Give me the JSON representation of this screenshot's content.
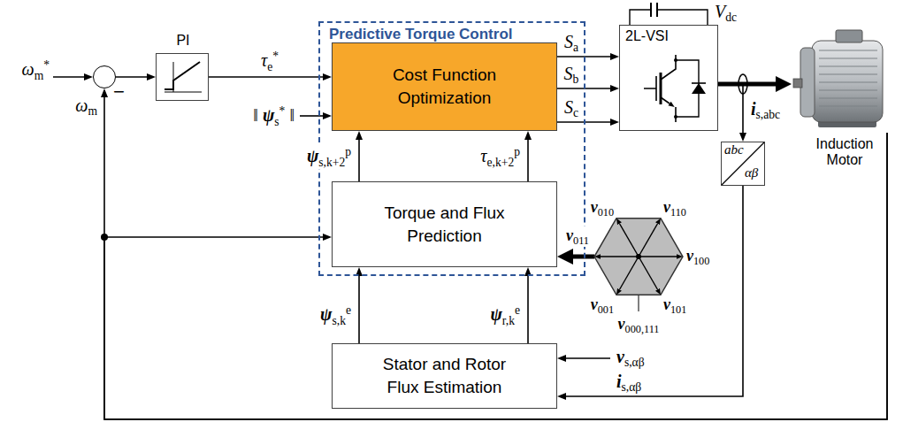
{
  "diagram": {
    "nodes": [
      {
        "text": [
          "−"
        ]
      },
      {
        "text": [
          "PI"
        ]
      },
      {
        "text": [
          "Predictive Torque Control"
        ]
      },
      {
        "text": [
          "Cost Function Optimization"
        ],
        "in": 2
      },
      {
        "text": [
          "Torque and Flux Prediction"
        ],
        "in": 2
      },
      {
        "text": [
          "2L-VSI"
        ]
      },
      {
        "text": [
          "Induction Motor"
        ]
      },
      {
        "text": [
          "abc",
          "αβ"
        ]
      },
      {
        "text": [
          "v010",
          "v110",
          "v011",
          "v100",
          "v001",
          "v101",
          "v000,111"
        ]
      },
      {
        "text": [
          "Stator and Rotor Flux Estimation"
        ]
      }
    ],
    "edges": [
      {
        "from": 0,
        "to": 1,
        "arrow": "to"
      },
      {
        "from": 1,
        "to": 3,
        "label": "τe*",
        "arrow": "to"
      },
      {
        "from": 3,
        "to": 5,
        "label": "Sa",
        "arrow": "to"
      },
      {
        "from": 3,
        "to": 5,
        "label": "Sb",
        "arrow": "to"
      },
      {
        "from": 3,
        "to": 5,
        "label": "Sc",
        "arrow": "to"
      },
      {
        "from": 5,
        "to": 6,
        "arrow": "to"
      },
      {
        "from": 5,
        "to": 7,
        "label": "is,abc",
        "arrow": "to"
      },
      {
        "from": 4,
        "to": 3,
        "label": "ψs,k+2p",
        "arrow": "to"
      },
      {
        "from": 4,
        "to": 3,
        "label": "τe,k+2p",
        "arrow": "to"
      },
      {
        "from": 8,
        "to": 4,
        "arrow": "to"
      },
      {
        "from": 9,
        "to": 4,
        "label": "ψs,ke",
        "arrow": "to"
      },
      {
        "from": 9,
        "to": 4,
        "label": "ψr,ke",
        "arrow": "to"
      },
      {
        "from": 7,
        "to": 9,
        "label": "is,αβ",
        "arrow": "to"
      },
      {
        "from": 6,
        "to": 0,
        "label": "ωm",
        "arrow": "to"
      },
      {
        "from": 6,
        "to": 4,
        "arrow": "to"
      }
    ],
    "labels": [
      "ωm*",
      "‖ ψs* ‖",
      "Vdc",
      "vs,αβ"
    ]
  }
}
